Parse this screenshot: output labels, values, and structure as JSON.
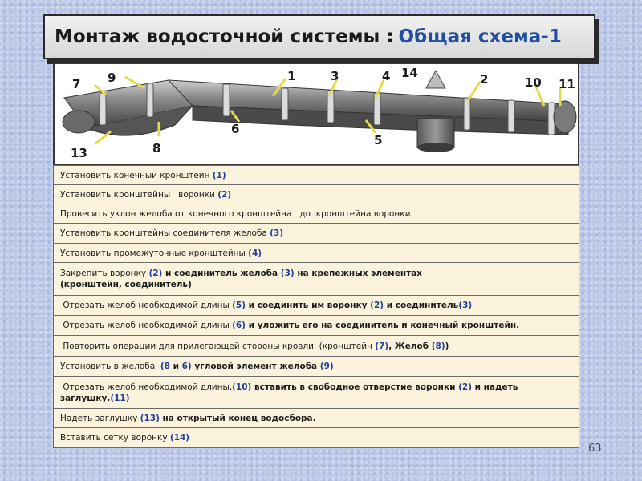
{
  "title": {
    "main": "Монтаж водосточной системы :",
    "accent": "Общая схема-1"
  },
  "diagram": {
    "labels": [
      "1",
      "2",
      "3",
      "4",
      "5",
      "6",
      "7",
      "8",
      "9",
      "10",
      "11",
      "13",
      "14"
    ]
  },
  "steps": [
    [
      {
        "t": "Установить конечный кронштейн "
      },
      {
        "t": "(1)",
        "ref": true
      }
    ],
    [
      {
        "t": "Установить кронштейны   воронки "
      },
      {
        "t": "(2)",
        "ref": true
      }
    ],
    [
      {
        "t": "Провесить уклон желоба от конечного кронштейна   до  кронштейна воронки."
      }
    ],
    [
      {
        "t": "Установить кронштейны соединителя желоба "
      },
      {
        "t": "(3)",
        "ref": true
      }
    ],
    [
      {
        "t": "Установить промежуточные кронштейны "
      },
      {
        "t": "(4)",
        "ref": true
      }
    ],
    [
      {
        "t": "Закрепить воронку "
      },
      {
        "t": "(2)",
        "ref": true
      },
      {
        "t": " и соединитель желоба ",
        "b": true
      },
      {
        "t": "(3)",
        "ref": true
      },
      {
        "t": " на крепежных элементах",
        "b": true
      },
      {
        "br": true
      },
      {
        "t": "(кронштейн, соединитель)",
        "b": true
      }
    ],
    [
      {
        "t": " Отрезать желоб необходимой длины "
      },
      {
        "t": "(5)",
        "ref": true
      },
      {
        "t": " и соединить им воронку ",
        "b": true
      },
      {
        "t": "(2)",
        "ref": true
      },
      {
        "t": " и соединитель",
        "b": true
      },
      {
        "t": "(3)",
        "ref": true
      }
    ],
    [
      {
        "t": " Отрезать желоб необходимой длины "
      },
      {
        "t": "(6)",
        "ref": true
      },
      {
        "t": " и уложить его на соединитель и конечный кронштейн.",
        "b": true
      }
    ],
    [
      {
        "t": " Повторить операции для прилегающей стороны кровли  (кронштейн "
      },
      {
        "t": "(7)",
        "ref": true
      },
      {
        "t": ", ",
        "b": true
      },
      {
        "t": "Желоб ",
        "b": true
      },
      {
        "t": "(8)",
        "ref": true
      },
      {
        "t": ")",
        "b": true
      }
    ],
    [
      {
        "t": "Установить в желоба  "
      },
      {
        "t": "(8",
        "ref": true
      },
      {
        "t": " и ",
        "b": true
      },
      {
        "t": "6)",
        "ref": true
      },
      {
        "t": " угловой элемент желоба ",
        "b": true
      },
      {
        "t": "(9)",
        "ref": true
      }
    ],
    [
      {
        "t": " Отрезать желоб необходимой длины,"
      },
      {
        "t": "(10)",
        "ref": true
      },
      {
        "t": " вставить в свободное отверстие воронки ",
        "b": true
      },
      {
        "t": "(2)",
        "ref": true
      },
      {
        "t": " и надеть",
        "b": true
      },
      {
        "br": true
      },
      {
        "t": "заглушку.",
        "b": true
      },
      {
        "t": "(11)",
        "ref": true
      }
    ],
    [
      {
        "t": "Надеть заглушку "
      },
      {
        "t": "(13)",
        "ref": true
      },
      {
        "t": " на открытый конец водосбора.",
        "b": true
      }
    ],
    [
      {
        "t": "Вставить сетку воронку "
      },
      {
        "t": "(14)",
        "ref": true
      }
    ]
  ],
  "page_number": "63"
}
